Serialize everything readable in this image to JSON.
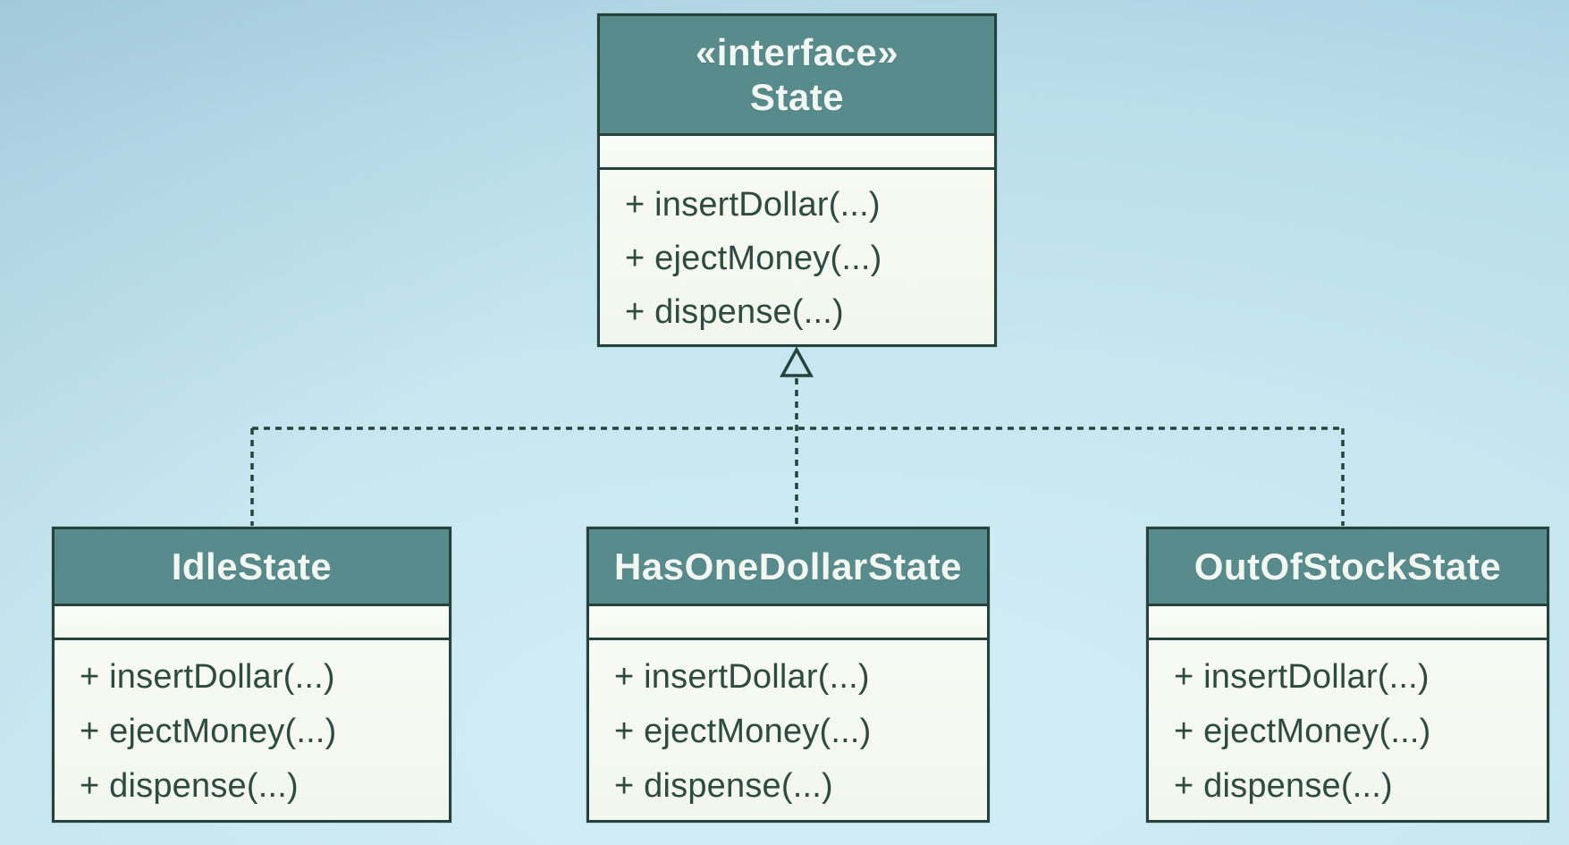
{
  "colors": {
    "bg-mid": "#c6e6f0",
    "bg-light": "#d4eef6",
    "bg-dark": "#a6cfdf",
    "teal": "#578b8c",
    "header-text": "#f3f7f2",
    "box-fill-top": "#fbfdf8",
    "box-fill-bot": "#f1f6ee",
    "line": "#26433b",
    "mtext": "#2d4b41"
  },
  "diagram": {
    "kind": "uml-class-diagram",
    "relationship": "realization (dashed lines with hollow triangle pointing at interface)",
    "interface": {
      "stereotype": "«interface»",
      "name": "State",
      "methods": [
        "+ insertDollar(...)",
        "+ ejectMoney(...)",
        "+ dispense(...)"
      ]
    },
    "classes": [
      {
        "name": "IdleState",
        "methods": [
          "+ insertDollar(...)",
          "+ ejectMoney(...)",
          "+ dispense(...)"
        ]
      },
      {
        "name": "HasOneDollarState",
        "methods": [
          "+ insertDollar(...)",
          "+ ejectMoney(...)",
          "+ dispense(...)"
        ]
      },
      {
        "name": "OutOfStockState",
        "methods": [
          "+ insertDollar(...)",
          "+ ejectMoney(...)",
          "+ dispense(...)"
        ]
      }
    ]
  }
}
